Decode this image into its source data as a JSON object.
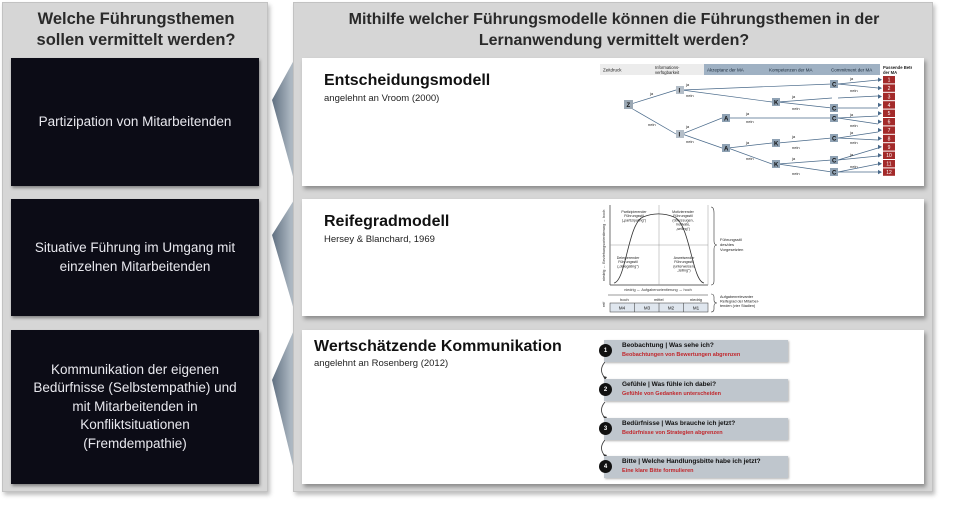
{
  "left": {
    "title": "Welche Führungsthemen\nsollen vermittelt werden?",
    "themes": [
      "Partizipation von Mitarbeitenden",
      "Situative Führung im Umgang mit\neinzelnen Mitarbeitenden",
      "Kommunikation der eigenen\nBedürfnisse (Selbstempathie) und\nmit Mitarbeitenden in\nKonfliktsituationen\n(Fremdempathie)"
    ]
  },
  "right": {
    "title": "Mithilfe welcher Führungsmodelle können die Führungsthemen in der\nLernanwendung vermittelt werden?",
    "models": [
      {
        "name": "Entscheidungsmodell",
        "subtitle": "angelehnt an Vroom (2000)"
      },
      {
        "name": "Reifegradmodell",
        "subtitle": "Hersey & Blanchard, 1969"
      },
      {
        "name": "Wertschätzende Kommunikation",
        "subtitle": "angelehnt an Rosenberg (2012)"
      }
    ]
  },
  "vroom": {
    "header": [
      "Zeitdruck",
      "Informations-\nverfügbarkeit",
      "Akzeptanz der MA",
      "Kompetenzen der MA",
      "Commitment der MA",
      "Passende Beteiligung\nder MA"
    ],
    "nodes": {
      "z": "Z",
      "i": "I",
      "a": "A",
      "k": "K",
      "c": "C"
    },
    "yes": "ja",
    "no": "nein",
    "outcomes": [
      "1",
      "2",
      "3",
      "4",
      "5",
      "6",
      "7",
      "8",
      "9",
      "10",
      "11",
      "12"
    ]
  },
  "reife": {
    "y_axis": "niedrig ← Beziehungsorientierung → hoch",
    "x_axis": "niedrig ← Aufgabenorientierung → hoch",
    "q_tl": "Partizipierender\nFührungsstil\n(„partizipating\")",
    "q_tr": "Motivierender\nFührungsstil\n(überzeugen,\nmotivate,\n„selling\")",
    "q_bl": "Delegierender\nFührungsstil\n(„delegating\")",
    "q_br": "Anweisender\nFührungsstil\n(unterweisen,\n„telling\")",
    "style_label": "Führungsstil\ndes/des\nVorgesetzten",
    "reif_label": "reif",
    "maturity_label": "Aufgabenrelevanter\nReifegrad der Mitarbei-\ntenden (vier Stadien)",
    "levels": [
      "hoch",
      "mittel",
      "niedrig"
    ],
    "stages": [
      "M4",
      "M3",
      "M2",
      "M1"
    ]
  },
  "kommunikation": [
    {
      "num": "1",
      "title": "Beobachtung | Was sehe ich?",
      "desc": "Beobachtungen von Bewertungen abgrenzen"
    },
    {
      "num": "2",
      "title": "Gefühle | Was fühle ich dabei?",
      "desc": "Gefühle von Gedanken unterscheiden"
    },
    {
      "num": "3",
      "title": "Bedürfnisse | Was brauche ich jetzt?",
      "desc": "Bedürfnisse von Strategien abgrenzen"
    },
    {
      "num": "4",
      "title": "Bitte | Welche Handlungsbitte habe ich jetzt?",
      "desc": "Eine klare Bitte formulieren"
    }
  ]
}
